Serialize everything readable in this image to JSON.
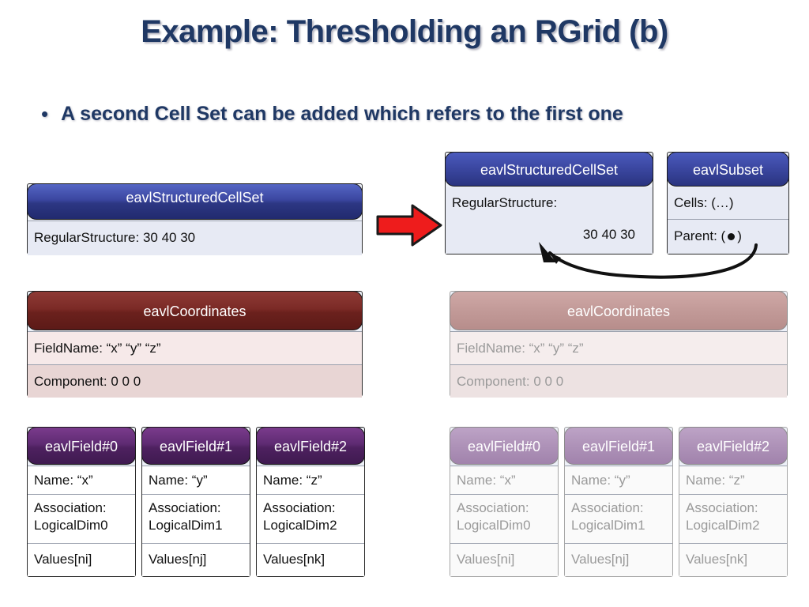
{
  "slide": {
    "title": "Example: Thresholding an RGrid (b)",
    "bullet_marker": "•",
    "bullet": "A second Cell Set can be added which refers to the first one"
  },
  "left": {
    "cellset": {
      "header": "eavlStructuredCellSet",
      "rows": [
        "RegularStructure:  30 40 30"
      ]
    },
    "coordinates": {
      "header": "eavlCoordinates",
      "rows": [
        "FieldName: “x” “y” “z”",
        "Component: 0    0     0"
      ]
    },
    "fields": [
      {
        "header": "eavlField#0",
        "name": "Name: “x”",
        "association": "Association:\nLogicalDim0",
        "values": "Values[ni]"
      },
      {
        "header": "eavlField#1",
        "name": "Name: “y”",
        "association": "Association:\nLogicalDim1",
        "values": "Values[nj]"
      },
      {
        "header": "eavlField#2",
        "name": "Name: “z”",
        "association": "Association:\nLogicalDim2",
        "values": "Values[nk]"
      }
    ]
  },
  "right": {
    "cellset": {
      "header": "eavlStructuredCellSet",
      "row_label": "RegularStructure:",
      "row_value": "30 40 30"
    },
    "subset": {
      "header": "eavlSubset",
      "cells": "Cells: (…)",
      "parent_prefix": "Parent: (",
      "parent_suffix": ")"
    },
    "coordinates": {
      "header": "eavlCoordinates",
      "rows": [
        "FieldName: “x” “y” “z”",
        "Component: 0    0     0"
      ]
    },
    "fields": [
      {
        "header": "eavlField#0",
        "name": "Name: “x”",
        "association": "Association:\nLogicalDim0",
        "values": "Values[ni]"
      },
      {
        "header": "eavlField#1",
        "name": "Name: “y”",
        "association": "Association:\nLogicalDim1",
        "values": "Values[nj]"
      },
      {
        "header": "eavlField#2",
        "name": "Name: “z”",
        "association": "Association:\nLogicalDim2",
        "values": "Values[nk]"
      }
    ]
  },
  "colors": {
    "title": "#1F3864",
    "cellset_header": "#2d3784",
    "coordinates_header": "#6b211d",
    "field_header": "#4e2160",
    "arrow_red": "#EE1C1C",
    "faded_text": "#9a9a9a"
  },
  "icons": {
    "red_arrow": "right-arrow-icon",
    "parent_pointer": "parent-pointer-dot-icon",
    "curved_arrow": "curved-reference-arrow-icon"
  }
}
